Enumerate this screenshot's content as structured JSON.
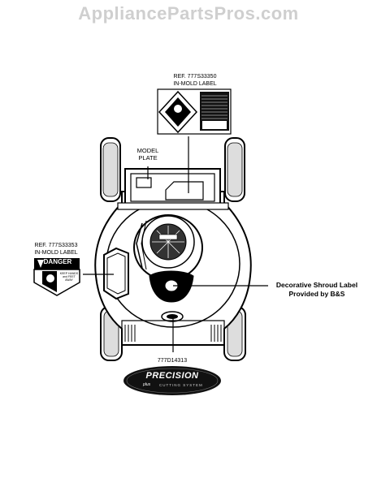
{
  "watermark": "AppliancePartsPros.com",
  "labels": {
    "top_ref": "REF. 777S33350",
    "top_inmold": "IN-MOLD LABEL",
    "left_ref": "REF. 777S33353",
    "left_inmold": "IN-MOLD LABEL",
    "model_plate_1": "MODEL",
    "model_plate_2": "PLATE",
    "shroud_1": "Decorative Shroud Label",
    "shroud_2": "Provided by B&S",
    "part_number": "777D14313",
    "danger": "DANGER",
    "danger_sub": "KEEP HANDS and FEET AWAY",
    "brand": "PRECISION",
    "brand_sub": "plus",
    "brand_tag": "CUTTING SYSTEM"
  }
}
